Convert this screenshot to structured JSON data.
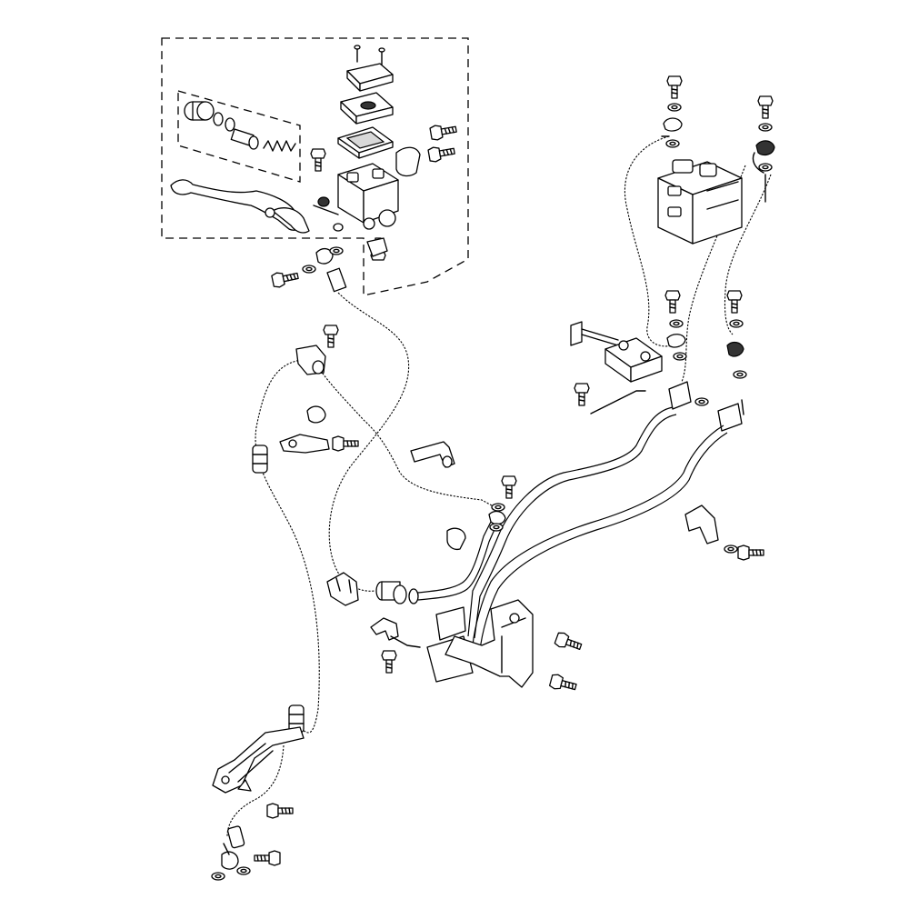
{
  "diagram": {
    "type": "exploded-parts-diagram",
    "subject": "brake-system",
    "components": [
      {
        "id": "master-cylinder-assembly",
        "icon": "master-cylinder-icon"
      },
      {
        "id": "brake-lever",
        "icon": "lever-icon"
      },
      {
        "id": "reservoir-cap",
        "icon": "cap-icon"
      },
      {
        "id": "abs-hydraulic-unit",
        "icon": "abs-unit-icon"
      },
      {
        "id": "rear-brake-pedal-assembly",
        "icon": "pedal-icon"
      },
      {
        "id": "brake-hoses",
        "icon": "hose-icon"
      },
      {
        "id": "brake-pipes",
        "icon": "pipe-icon"
      },
      {
        "id": "mounting-brackets",
        "icon": "bracket-icon"
      },
      {
        "id": "union-bolts",
        "icon": "bolt-icon"
      },
      {
        "id": "hose-clamps",
        "icon": "clamp-icon"
      }
    ],
    "line_color": "#000000",
    "background": "#ffffff"
  }
}
